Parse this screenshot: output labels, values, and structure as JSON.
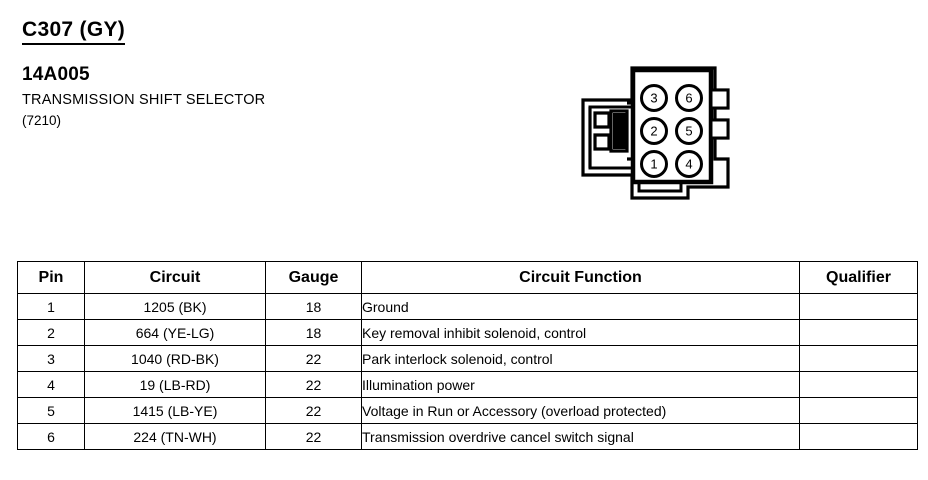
{
  "header": {
    "connector_id": "C307 (GY)",
    "part_number": "14A005",
    "component_name": "TRANSMISSION SHIFT SELECTOR",
    "component_code": "(7210)"
  },
  "connector": {
    "name": "6-way-connector-face-view",
    "pin_count": 6,
    "columns": [
      {
        "name": "left-column",
        "pins": [
          "3",
          "2",
          "1"
        ]
      },
      {
        "name": "right-column",
        "pins": [
          "6",
          "5",
          "4"
        ]
      }
    ],
    "pins": [
      {
        "label": "3",
        "col": 0,
        "row": 0
      },
      {
        "label": "6",
        "col": 1,
        "row": 0
      },
      {
        "label": "2",
        "col": 0,
        "row": 1
      },
      {
        "label": "5",
        "col": 1,
        "row": 1
      },
      {
        "label": "1",
        "col": 0,
        "row": 2
      },
      {
        "label": "4",
        "col": 1,
        "row": 2
      }
    ],
    "outline_color": "#000000",
    "fill_color": "#ffffff"
  },
  "table": {
    "headers": [
      "Pin",
      "Circuit",
      "Gauge",
      "Circuit Function",
      "Qualifier"
    ],
    "rows": [
      {
        "pin": "1",
        "circuit": "1205 (BK)",
        "gauge": "18",
        "function": "Ground",
        "qualifier": ""
      },
      {
        "pin": "2",
        "circuit": "664 (YE-LG)",
        "gauge": "18",
        "function": "Key removal inhibit solenoid, control",
        "qualifier": ""
      },
      {
        "pin": "3",
        "circuit": "1040 (RD-BK)",
        "gauge": "22",
        "function": "Park interlock solenoid, control",
        "qualifier": ""
      },
      {
        "pin": "4",
        "circuit": "19 (LB-RD)",
        "gauge": "22",
        "function": "Illumination power",
        "qualifier": ""
      },
      {
        "pin": "5",
        "circuit": "1415 (LB-YE)",
        "gauge": "22",
        "function": "Voltage in Run or Accessory (overload protected)",
        "qualifier": ""
      },
      {
        "pin": "6",
        "circuit": "224 (TN-WH)",
        "gauge": "22",
        "function": "Transmission overdrive cancel switch signal",
        "qualifier": ""
      }
    ]
  }
}
